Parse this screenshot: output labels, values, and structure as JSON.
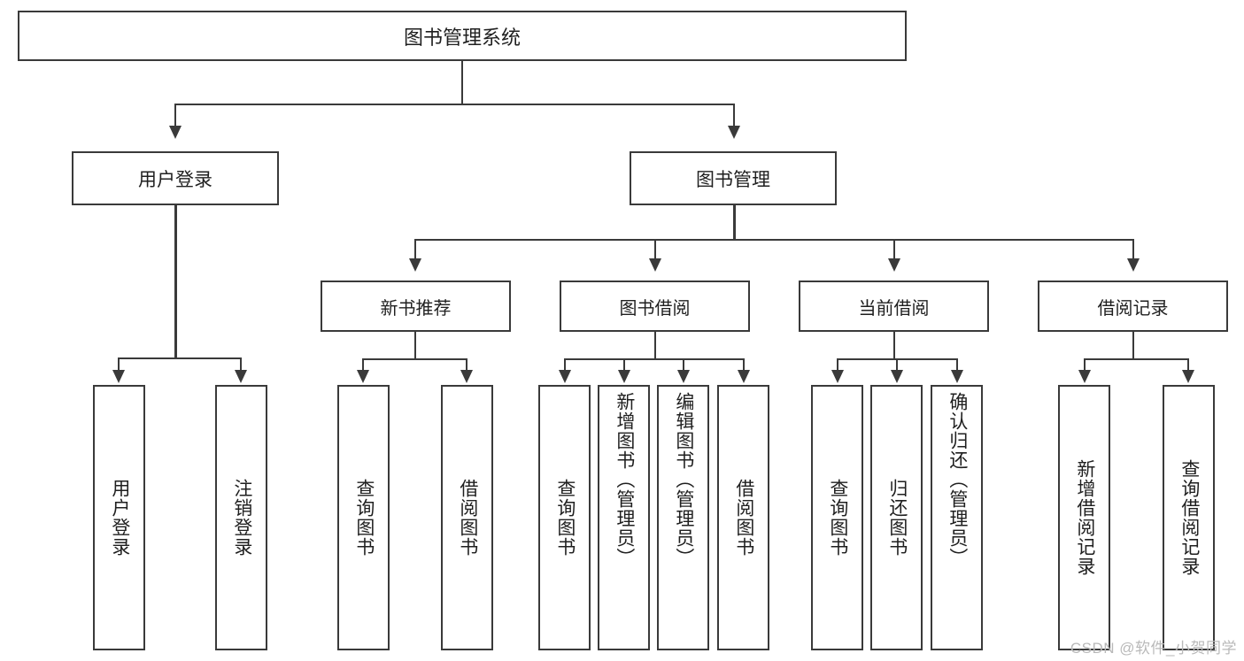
{
  "diagram": {
    "type": "hierarchy-tree",
    "title": "图书管理系统",
    "root": {
      "label": "图书管理系统"
    },
    "level2": [
      {
        "label": "用户登录"
      },
      {
        "label": "图书管理"
      }
    ],
    "level3": [
      {
        "label": "新书推荐"
      },
      {
        "label": "图书借阅"
      },
      {
        "label": "当前借阅"
      },
      {
        "label": "借阅记录"
      }
    ],
    "leaves": {
      "user_login": [
        {
          "label": "用户登录"
        },
        {
          "label": "注销登录"
        }
      ],
      "new_book_recommend": [
        {
          "label": "查询图书"
        },
        {
          "label": "借阅图书"
        }
      ],
      "book_borrow": [
        {
          "label": "查询图书"
        },
        {
          "label": "新增图书（管理员）"
        },
        {
          "label": "编辑图书（管理员）"
        },
        {
          "label": "借阅图书"
        }
      ],
      "current_borrow": [
        {
          "label": "查询图书"
        },
        {
          "label": "归还图书"
        },
        {
          "label": "确认归还（管理员）"
        }
      ],
      "borrow_record": [
        {
          "label": "新增借阅记录"
        },
        {
          "label": "查询借阅记录"
        }
      ]
    }
  },
  "watermark": {
    "text": "CSDN @软件_小贺同学"
  },
  "colors": {
    "border": "#3a3a3a",
    "text": "#1f1f1f",
    "background": "#ffffff",
    "watermark": "#b9b9b9"
  }
}
